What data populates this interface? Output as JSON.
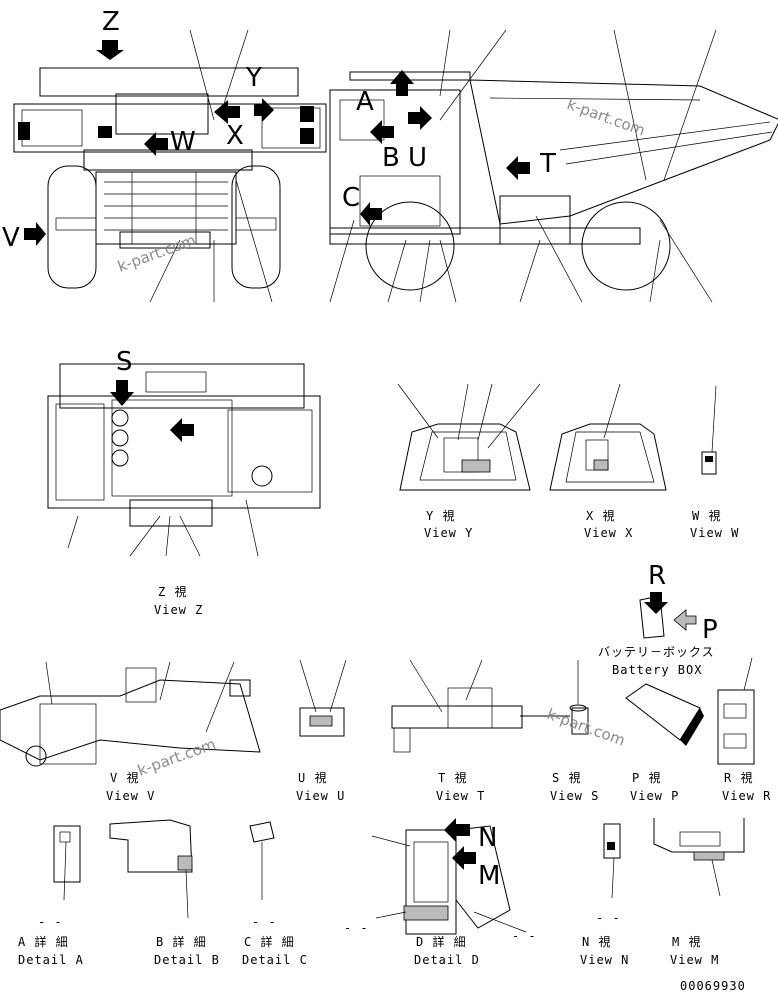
{
  "diagram": {
    "drawing_number": "00069930",
    "watermark": "k-part.com",
    "main_views": {
      "front_letter_Z": "Z",
      "front_letter_V": "V",
      "front_letter_Y": "Y",
      "front_letter_W": "W",
      "front_letter_X": "X",
      "side_letter_A": "A",
      "side_letter_B": "B",
      "side_letter_U": "U",
      "side_letter_C": "C",
      "side_letter_T": "T",
      "top_letter_S": "S"
    },
    "views": [
      {
        "id": "Y",
        "jp": "Y  視",
        "en": "View Y"
      },
      {
        "id": "X",
        "jp": "X  視",
        "en": "View X"
      },
      {
        "id": "W",
        "jp": "W  視",
        "en": "View W"
      },
      {
        "id": "Z",
        "jp": "Z  視",
        "en": "View Z"
      },
      {
        "id": "V",
        "jp": "V  視",
        "en": "View V"
      },
      {
        "id": "U",
        "jp": "U  視",
        "en": "View U"
      },
      {
        "id": "T",
        "jp": "T  視",
        "en": "View T"
      },
      {
        "id": "S",
        "jp": "S  視",
        "en": "View S"
      },
      {
        "id": "P",
        "jp": "P  視",
        "en": "View P"
      },
      {
        "id": "R",
        "jp": "R  視",
        "en": "View R"
      },
      {
        "id": "A",
        "jp": "A 詳 細",
        "en": "Detail A"
      },
      {
        "id": "B",
        "jp": "B 詳 細",
        "en": "Detail B"
      },
      {
        "id": "C",
        "jp": "C 詳 細",
        "en": "Detail C"
      },
      {
        "id": "D",
        "jp": "D 詳 細",
        "en": "Detail D"
      },
      {
        "id": "N",
        "jp": "N  視",
        "en": "View N"
      },
      {
        "id": "M",
        "jp": "M  視",
        "en": "View M"
      }
    ],
    "battery_box": {
      "jp": "バッテリ－ボックス",
      "en": "Battery BOX",
      "letter_R": "R",
      "letter_P": "P"
    },
    "detail_D": {
      "letter_N": "N",
      "letter_M": "M"
    },
    "dash_marks": "- -"
  }
}
